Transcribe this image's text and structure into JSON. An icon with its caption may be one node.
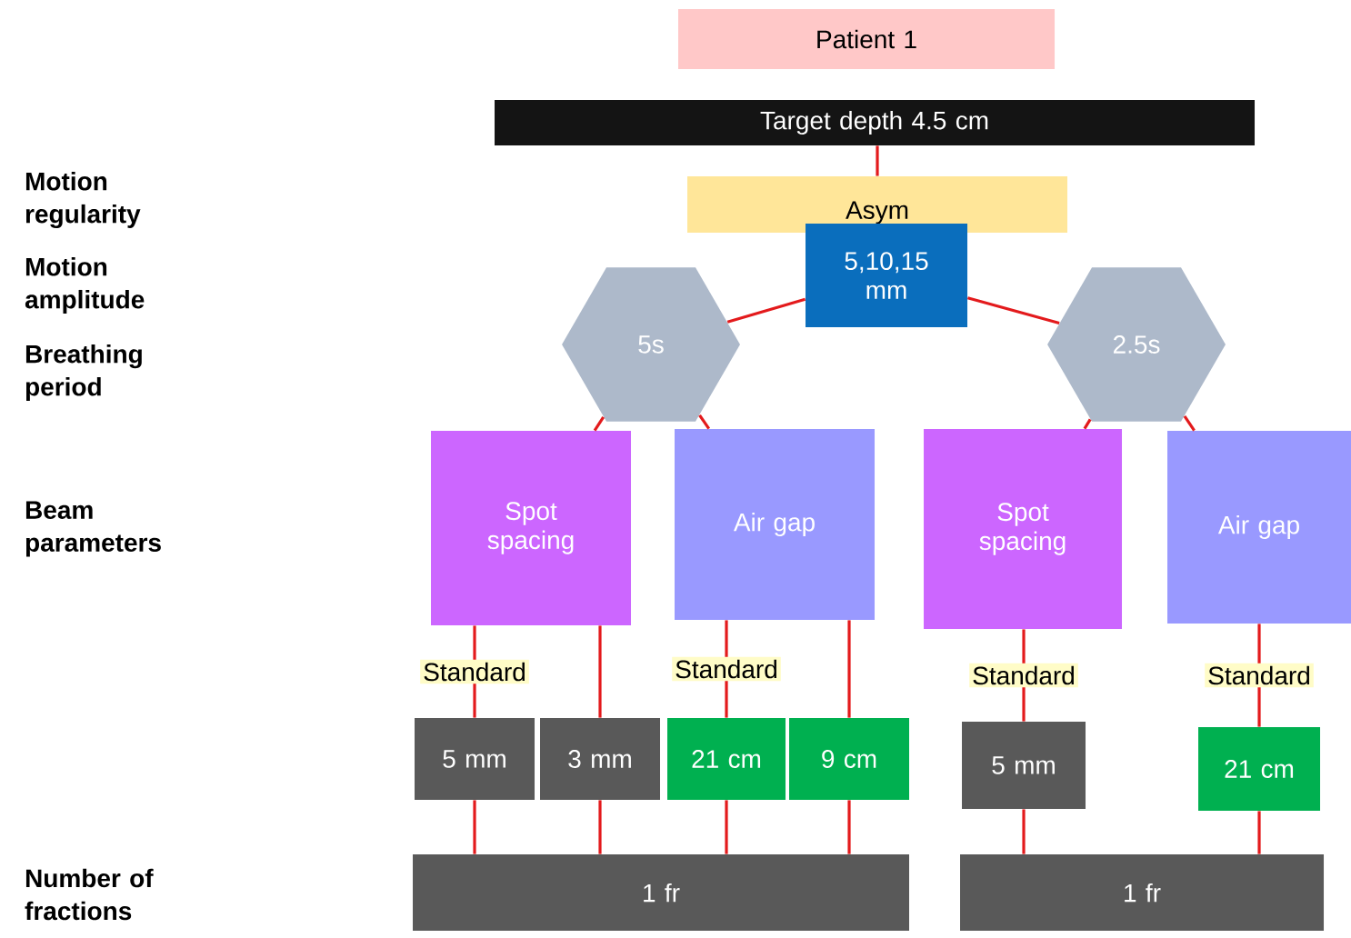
{
  "diagram": {
    "nodes": [
      {
        "text": [
          "Patient 1"
        ]
      },
      {
        "text": [
          "Target depth 4.5 cm"
        ]
      },
      {
        "text": [
          "Asym"
        ]
      },
      {
        "text": [
          "5,10,15 mm"
        ]
      },
      {
        "text": [
          "5s"
        ]
      },
      {
        "text": [
          "2.5s"
        ]
      },
      {
        "text": [
          "Spot spacing"
        ]
      },
      {
        "text": [
          "Air gap"
        ]
      },
      {
        "text": [
          "Spot spacing"
        ]
      },
      {
        "text": [
          "Air gap"
        ]
      },
      {
        "text": [
          "5 mm"
        ]
      },
      {
        "text": [
          "3 mm"
        ]
      },
      {
        "text": [
          "21 cm"
        ]
      },
      {
        "text": [
          "9 cm"
        ]
      },
      {
        "text": [
          "5 mm"
        ]
      },
      {
        "text": [
          "21 cm"
        ]
      },
      {
        "text": [
          "1 fr"
        ]
      },
      {
        "text": [
          "1 fr"
        ]
      }
    ],
    "edges": [
      {
        "from": 1,
        "to": 2,
        "arrow": "none"
      },
      {
        "from": 3,
        "to": 4,
        "arrow": "none"
      },
      {
        "from": 3,
        "to": 5,
        "arrow": "none"
      },
      {
        "from": 4,
        "to": 6,
        "arrow": "none"
      },
      {
        "from": 4,
        "to": 7,
        "arrow": "none"
      },
      {
        "from": 5,
        "to": 8,
        "arrow": "none"
      },
      {
        "from": 5,
        "to": 9,
        "arrow": "none"
      },
      {
        "from": 6,
        "to": 10,
        "arrow": "none",
        "label": "Standard"
      },
      {
        "from": 6,
        "to": 11,
        "arrow": "none"
      },
      {
        "from": 7,
        "to": 12,
        "arrow": "none",
        "label": "Standard"
      },
      {
        "from": 7,
        "to": 13,
        "arrow": "none"
      },
      {
        "from": 8,
        "to": 14,
        "arrow": "none",
        "label": "Standard"
      },
      {
        "from": 9,
        "to": 15,
        "arrow": "none",
        "label": "Standard"
      },
      {
        "from": 10,
        "to": 16,
        "arrow": "none"
      },
      {
        "from": 11,
        "to": 16,
        "arrow": "none"
      },
      {
        "from": 12,
        "to": 16,
        "arrow": "none"
      },
      {
        "from": 13,
        "to": 16,
        "arrow": "none"
      },
      {
        "from": 14,
        "to": 17,
        "arrow": "none"
      },
      {
        "from": 15,
        "to": 17,
        "arrow": "none"
      }
    ],
    "labels": [
      "Motion regularity",
      "Motion amplitude",
      "Breathing period",
      "Beam parameters",
      "Number of fractions"
    ]
  }
}
